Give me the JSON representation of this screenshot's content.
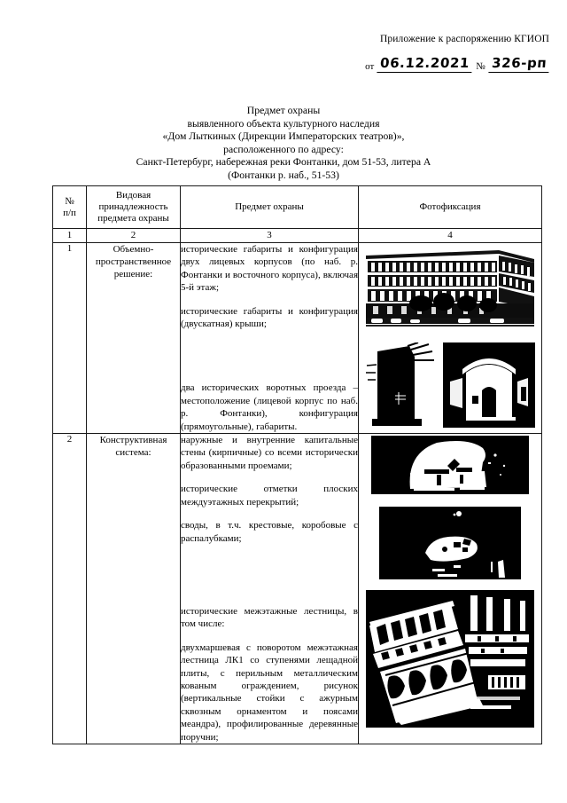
{
  "header": {
    "appendix_line": "Приложение к распоряжению КГИОП",
    "from_label": "от",
    "date_value": "06.12.2021",
    "number_label": "№",
    "number_value": "326-рп"
  },
  "title": {
    "line1": "Предмет охраны",
    "line2": "выявленного объекта культурного наследия",
    "line3": "«Дом Лыткиных (Дирекции Императорских театров)»,",
    "line4": "расположенного по адресу:",
    "line5": "Санкт-Петербург, набережная реки Фонтанки, дом 51-53, литера А",
    "line6": "(Фонтанки р. наб., 51-53)"
  },
  "table": {
    "headers": {
      "col1_line1": "№",
      "col1_line2": "п/п",
      "col2_line1": "Видовая",
      "col2_line2": "принадлежность",
      "col2_line3": "предмета охраны",
      "col3": "Предмет охраны",
      "col4": "Фотофиксация"
    },
    "numbering": {
      "col1": "1",
      "col2": "2",
      "col3": "3",
      "col4": "4"
    },
    "rows": [
      {
        "num": "1",
        "kind_line1": "Объемно-",
        "kind_line2": "пространственное",
        "kind_line3": "решение:",
        "items_top": [
          "исторические габариты и конфигурация двух лицевых корпусов (по наб. р. Фонтанки и восточного корпуса), включая 5-й этаж;",
          "исторические габариты и конфигурация (двускатная) крыши;"
        ],
        "items_bottom": [
          "два исторических воротных проезда – местоположение (лицевой корпус по наб. р. Фонтанки), конфигурация (прямоугольные), габариты."
        ],
        "photo_top": "facade-photo",
        "photo_bottom": "gates-photo"
      },
      {
        "num": "2",
        "kind_line1": "Конструктивная",
        "kind_line2": "система:",
        "items_top": [
          "наружные и внутренние капитальные стены (кирпичные) со всеми исторически образованными проемами;",
          "исторические отметки плоских междуэтажных перекрытий;",
          "своды, в т.ч. крестовые, коробовые с распалубками;"
        ],
        "items_bottom": [
          "исторические межэтажные лестницы, в том числе:",
          "двухмаршевая с поворотом межэтажная лестница ЛК1 со ступенями лещадной плиты, с перильным металлическим кованым ограждением, рисунок (вертикальные стойки с ажурным сквозным орнаментом и поясами меандра), профилированные деревянные поручни;"
        ],
        "photo_top": "vaults-photo",
        "photo_bottom": "staircase-photo"
      }
    ]
  },
  "colors": {
    "ink": "#000000",
    "border": "#1a1a1a",
    "paper": "#ffffff"
  }
}
